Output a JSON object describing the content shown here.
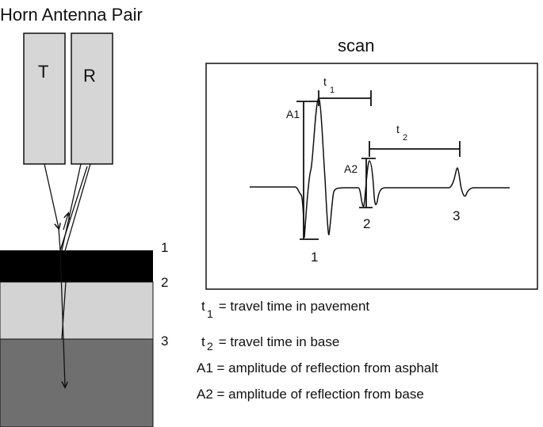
{
  "title": "Horn Antenna Pair",
  "antenna": {
    "transmitter_label": "T",
    "receiver_label": "R"
  },
  "layers": {
    "interface_labels": [
      "1",
      "2",
      "3"
    ],
    "colors": {
      "asphalt": "#000000",
      "base": "#d3d3d3",
      "subgrade": "#6f6f6f",
      "antenna": "#d6d6d6"
    }
  },
  "scan": {
    "title": "scan",
    "peak_labels": [
      "1",
      "2",
      "3"
    ],
    "a1_label": "A1",
    "a2_label": "A2",
    "t1_sym": "t",
    "t1_sub": "1",
    "t2_sym": "t",
    "t2_sub": "2"
  },
  "legend": {
    "t1_sym": "t",
    "t1_sub": "1",
    "t1_text": " = travel time in pavement",
    "t2_sym": "t",
    "t2_sub": "2",
    "t2_text": " = travel time in base",
    "a1_text": "A1 = amplitude of reflection from asphalt",
    "a2_text": "A2 = amplitude of reflection from base"
  }
}
